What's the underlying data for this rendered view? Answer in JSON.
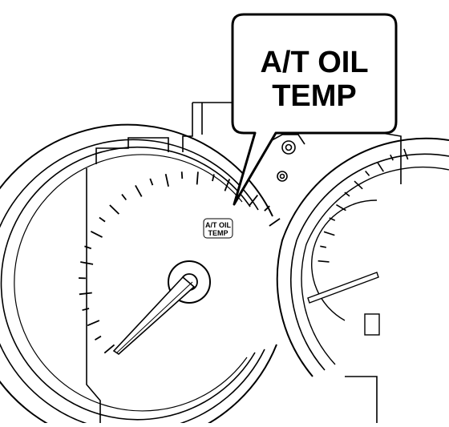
{
  "callout": {
    "line1": "A/T OIL",
    "line2": "TEMP"
  },
  "indicator": {
    "line1": "A/T OIL",
    "line2": "TEMP"
  },
  "colors": {
    "ink": "#000000",
    "paper": "#ffffff"
  }
}
